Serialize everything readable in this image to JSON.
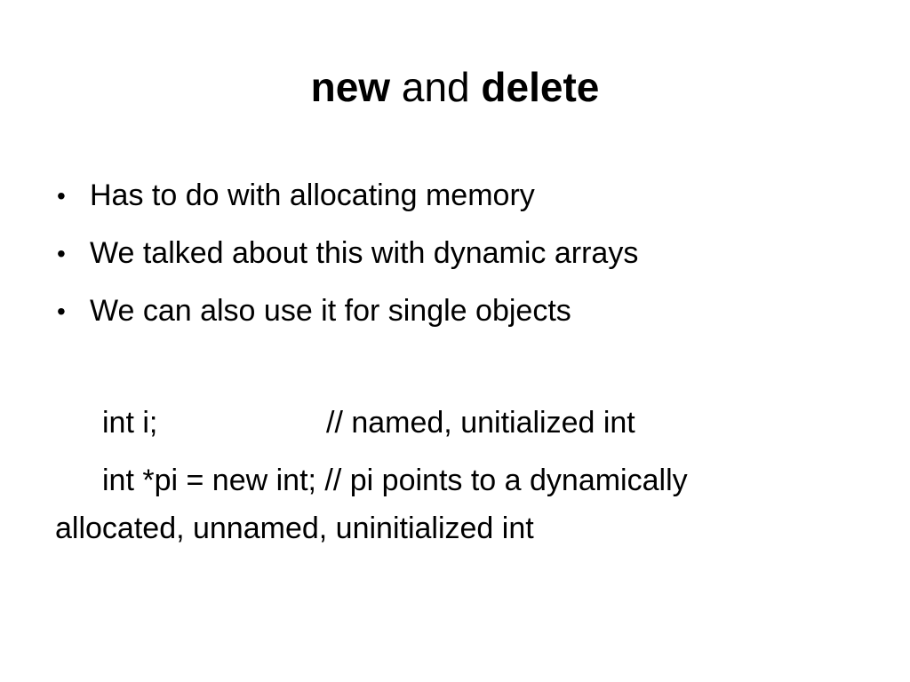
{
  "slide": {
    "title": {
      "word1": "new",
      "word2": "and",
      "word3": "delete"
    },
    "bullets": [
      "Has to do with allocating memory",
      "We talked about this with dynamic arrays",
      "We can also use it for single objects"
    ],
    "bullet_symbol": "•",
    "code": {
      "line1_code": "int i;",
      "line1_comment": "// named, unitialized int",
      "line2": "int *pi = new int; // pi points to a dynamically",
      "line3": "allocated, unnamed, uninitialized int"
    }
  }
}
